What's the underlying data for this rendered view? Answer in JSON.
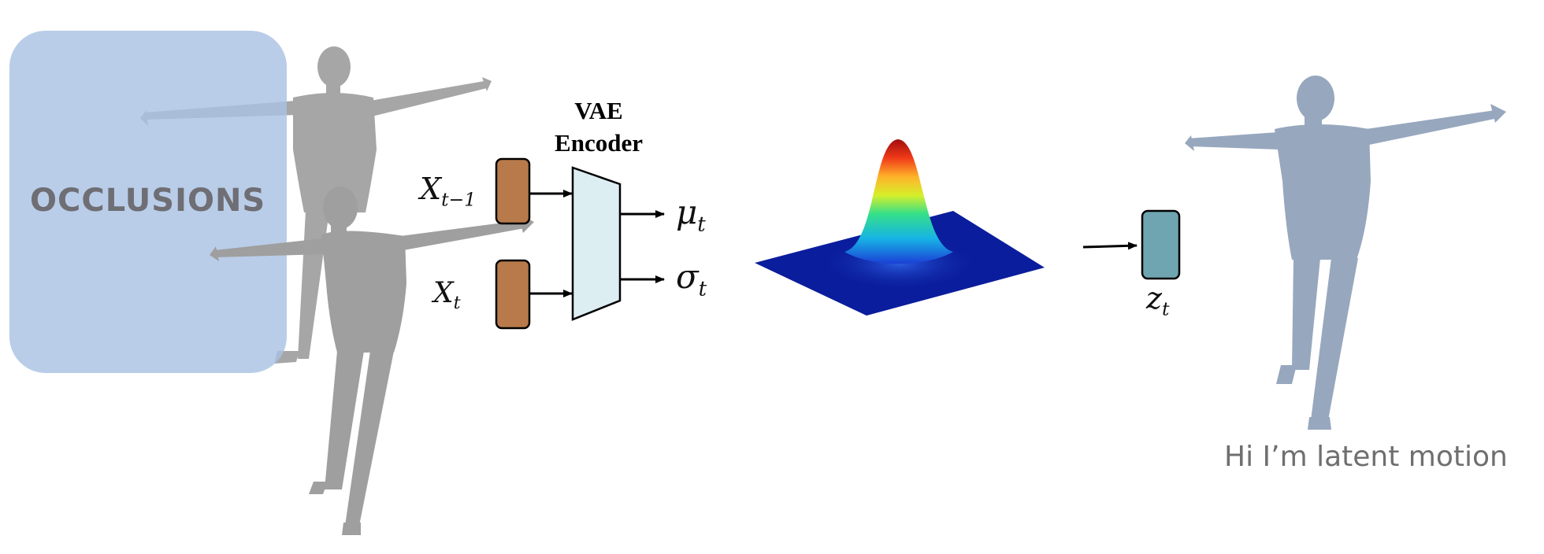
{
  "occlusion": {
    "label": "OCCLUSIONS",
    "color": "#a9c2e3"
  },
  "encoder": {
    "title_line1": "VAE",
    "title_line2": "Encoder",
    "color": "#ddeef3"
  },
  "inputs": {
    "x_prev": {
      "base": "X",
      "sub": "t−1"
    },
    "x_curr": {
      "base": "X",
      "sub": "t"
    },
    "color": "#b87a4b"
  },
  "outputs": {
    "mu": {
      "base": "μ",
      "sub": "t"
    },
    "sigma": {
      "base": "σ",
      "sub": "t"
    }
  },
  "latent": {
    "base": "z",
    "sub": "t",
    "color": "#6fa5b0"
  },
  "tagline": "Hi I’m latent motion",
  "colors": {
    "body_gray": "#a3a3a3",
    "body_blue": "#98a8bf",
    "plane": "#0a1d9c"
  }
}
